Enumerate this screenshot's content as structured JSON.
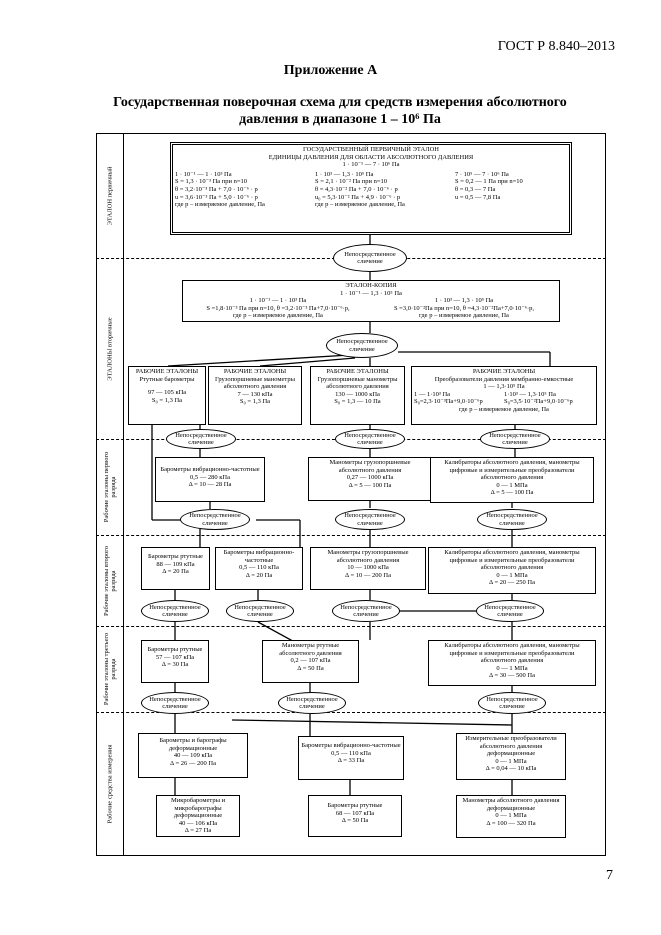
{
  "header": {
    "standard": "ГОСТ Р 8.840–2013",
    "appendix": "Приложение А",
    "title_line1": "Государственная поверочная схема для средств измерения абсолютного",
    "title_line2": "давления в диапазоне  1 – 10⁶ Па",
    "page": "7"
  },
  "levels": {
    "primary": "ЭТАЛОН первичный",
    "secondary": "ЭТАЛОНЫ вторичные",
    "first": "Рабочие эталоны первого разряда",
    "second": "Рабочие эталоны второго разряда",
    "third": "Рабочие эталоны третьего разряда",
    "instruments": "Рабочие средства измерения"
  },
  "method": "Непосредственное сличение",
  "primary": {
    "t1": "ГОСУДАРСТВЕННЫЙ ПЕРВИЧНЫЙ ЭТАЛОН",
    "t2": "ЕДИНИЦЫ ДАВЛЕНИЯ ДЛЯ ОБЛАСТИ АБСОЛЮТНОГО ДАВЛЕНИЯ",
    "range": "1 · 10⁻¹ — 7 · 10⁶ Па",
    "c1": [
      "1 · 10⁻¹ — 1 · 10³ Па",
      "S = 1,3 · 10⁻³ Па при n=10",
      "θ = 3,2·10⁻³ Па + 7,0 · 10⁻⁶ · p",
      "u = 3,6·10⁻³ Па + 5,0 · 10⁻⁶ · p"
    ],
    "c2": [
      "1 · 10³ — 1,3 · 10⁵ Па",
      "S = 2,1 · 10⁻² Па при n=10",
      "θ = 4,3·10⁻² Па + 7,0 · 10⁻⁶ · p",
      "u₀ = 5,3·10⁻² Па + 4,9 · 10⁻⁶ · p"
    ],
    "c3": [
      "7 · 10⁵ — 7 · 10⁶ Па",
      "S = 0,2 — 1 Па при n=10",
      "θ = 0,3 — 7 Па",
      "u = 0,5 — 7,8 Па"
    ],
    "note1": "где p – измеряемое давление, Па",
    "note2": "где p – измеряемое давление, Па"
  },
  "copy": {
    "t1": "ЭТАЛОН-КОПИЯ",
    "range": "1 · 10⁻¹ — 1,3 · 10⁵ Па",
    "a1": "1 · 10⁻¹ — 1 · 10³ Па",
    "a2": "S =1,8·10⁻³ Па при n=10, θ =3,2·10⁻³ Па+7,0·10⁻⁶·p,",
    "a3": "где p – измеряемое давление, Па",
    "b1": "1 · 10³ — 1,3 · 10⁵ Па",
    "b2": "S =3,0·10⁻²Па при n=10, θ =4,3·10⁻²Па+7,0·10⁻⁶·p,",
    "b3": "где p – измеряемое давление, Па"
  },
  "we": {
    "w1": [
      "РАБОЧИЕ ЭТАЛОНЫ",
      "Ртутные барометры",
      "97 — 105 кПа",
      "S₀ = 1,3 Па"
    ],
    "w2": [
      "РАБОЧИЕ ЭТАЛОНЫ",
      "Грузопоршневые манометры абсолютного давления",
      "7 — 130 кПа",
      "S₀ = 1,3 Па"
    ],
    "w3": [
      "РАБОЧИЕ ЭТАЛОНЫ",
      "Грузопоршневые манометры абсолютного давления",
      "130 — 1000 кПа",
      "S₀ = 1,3 — 10 Па"
    ],
    "w4": [
      "РАБОЧИЕ ЭТАЛОНЫ",
      "Преобразователи давления мембранно-емкостные",
      "1 — 1,3·10⁵ Па",
      "1 — 1·10³ Па",
      "1·10³ — 1,3·10⁵ Па",
      "S₀=2,3·10⁻³Па+9,0·10⁻⁶p",
      "S₀=3,5·10⁻²Па+9,0·10⁻⁶p",
      "где p – измеряемое давление, Па"
    ]
  },
  "r1": {
    "a": [
      "Барометры вибрационно-частотные",
      "0,5 — 280 кПа",
      "Δ = 10 — 28 Па"
    ],
    "b": [
      "Манометры грузопоршневые абсолютного давления",
      "0,27 — 1000 кПа",
      "Δ = 5 — 100 Па"
    ],
    "c": [
      "Калибраторы абсолютного давления, манометры цифровые и измерительные преобразователи абсолютного давления",
      "0 — 1 МПа",
      "Δ = 5 — 100 Па"
    ]
  },
  "r2": {
    "a": [
      "Барометры ртутные",
      "88 — 109 кПа",
      "Δ = 20 Па"
    ],
    "b": [
      "Барометры вибрационно-частотные",
      "0,5 — 110 кПа",
      "Δ = 20 Па"
    ],
    "c": [
      "Манометры грузопоршневые абсолютного давления",
      "10 — 1000 кПа",
      "Δ = 10 — 200 Па"
    ],
    "d": [
      "Калибраторы абсолютного давления, манометры цифровые и измерительные преобразователи абсолютного давления",
      "0 — 1 МПа",
      "Δ = 20 — 250 Па"
    ]
  },
  "r3": {
    "a": [
      "Барометры ртутные",
      "57 — 107 кПа",
      "Δ = 30 Па"
    ],
    "b": [
      "Манометры ртутные абсолютного давления",
      "0,2 — 107 кПа",
      "Δ = 50 Па"
    ],
    "c": [
      "Калибраторы абсолютного давления, манометры цифровые и измерительные преобразователи абсолютного давления",
      "0 — 1 МПа",
      "Δ = 30 — 500 Па"
    ]
  },
  "ri": {
    "a": [
      "Барометры и барографы деформационные",
      "40 — 109 кПа",
      "Δ = 26 — 200 Па"
    ],
    "b": [
      "Барометры вибрационно-частотные",
      "0,5 — 110 кПа",
      "Δ = 33 Па"
    ],
    "c": [
      "Измерительные преобразователи абсолютного давления деформационные",
      "0 — 1 МПа",
      "Δ = 0,04 — 10 кПа"
    ],
    "d": [
      "Микробарометры и микробарографы деформационные",
      "40 — 106 кПа",
      "Δ = 27 Па"
    ],
    "e": [
      "Барометры ртутные",
      "68 — 107 кПа",
      "Δ = 50 Па"
    ],
    "f": [
      "Манометры абсолютного давления деформационные",
      "0 — 1 МПа",
      "Δ = 100 — 320 Па"
    ]
  }
}
